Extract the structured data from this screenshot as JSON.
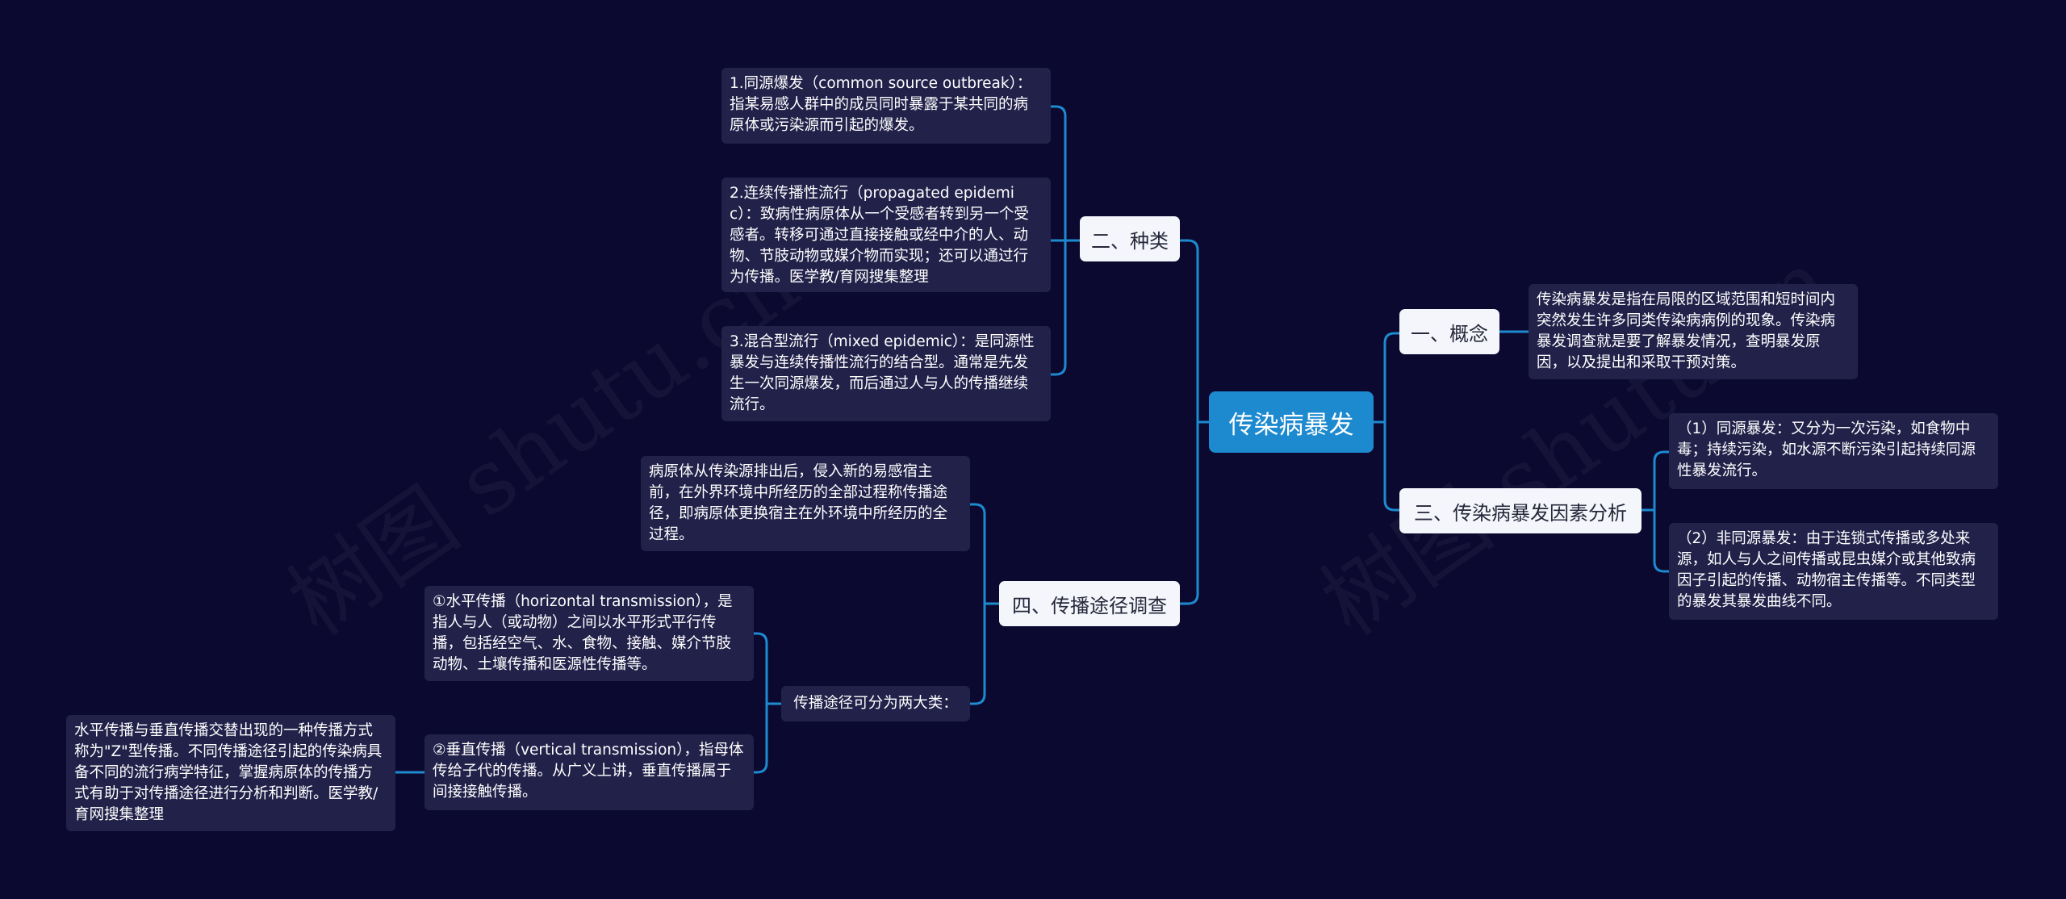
{
  "watermarks": [
    "树图 shutu.cn",
    "树图 shutu.cn"
  ],
  "colors": {
    "background": "#0b0930",
    "line": "#1d8ad0",
    "root": "#1d8ad0",
    "branch": "#f4f6fb",
    "leaf": "#22214a"
  },
  "root": {
    "label": "传染病暴发"
  },
  "branches": {
    "concept": {
      "label": "一、概念",
      "leaves": [
        "传染病暴发是指在局限的区域范围和短时间内突然发生许多同类传染病病例的现象。传染病暴发调查就是要了解暴发情况，查明暴发原因，以及提出和采取干预对策。"
      ]
    },
    "types": {
      "label": "二、种类",
      "leaves": [
        "1.同源爆发（common source outbreak）：指某易感人群中的成员同时暴露于某共同的病原体或污染源而引起的爆发。",
        "2.连续传播性流行（propagated epidemic）：致病性病原体从一个受感者转到另一个受感者。转移可通过直接接触或经中介的人、动物、节肢动物或媒介物而实现；还可以通过行为传播。医学教/育网搜集整理",
        "3.混合型流行（mixed epidemic）：是同源性暴发与连续传播性流行的结合型。通常是先发生一次同源爆发，而后通过人与人的传播继续流行。"
      ]
    },
    "factors": {
      "label": "三、传染病暴发因素分析",
      "leaves": [
        "（1）同源暴发：又分为一次污染，如食物中毒；持续污染，如水源不断污染引起持续同源性暴发流行。",
        "（2）非同源暴发：由于连锁式传播或多处来源，如人与人之间传播或昆虫媒介或其他致病因子引起的传播、动物宿主传播等。不同类型的暴发其暴发曲线不同。"
      ]
    },
    "routes": {
      "label": "四、传播途径调查",
      "definition": "病原体从传染源排出后，侵入新的易感宿主前，在外界环境中所经历的全部过程称传播途径，即病原体更换宿主在外环境中所经历的全过程。",
      "two_types": {
        "label": "传播途径可分为两大类：",
        "horizontal": "①水平传播（horizontal transmission），是指人与人（或动物）之间以水平形式平行传播，包括经空气、水、食物、接触、媒介节肢动物、土壤传播和医源性传播等。",
        "vertical": "②垂直传播（vertical transmission），指母体传给子代的传播。从广义上讲，垂直传播属于间接接触传播。",
        "note": "水平传播与垂直传播交替出现的一种传播方式称为\"Z\"型传播。不同传播途径引起的传染病具备不同的流行病学特征，掌握病原体的传播方式有助于对传播途径进行分析和判断。医学教/育网搜集整理"
      }
    }
  }
}
